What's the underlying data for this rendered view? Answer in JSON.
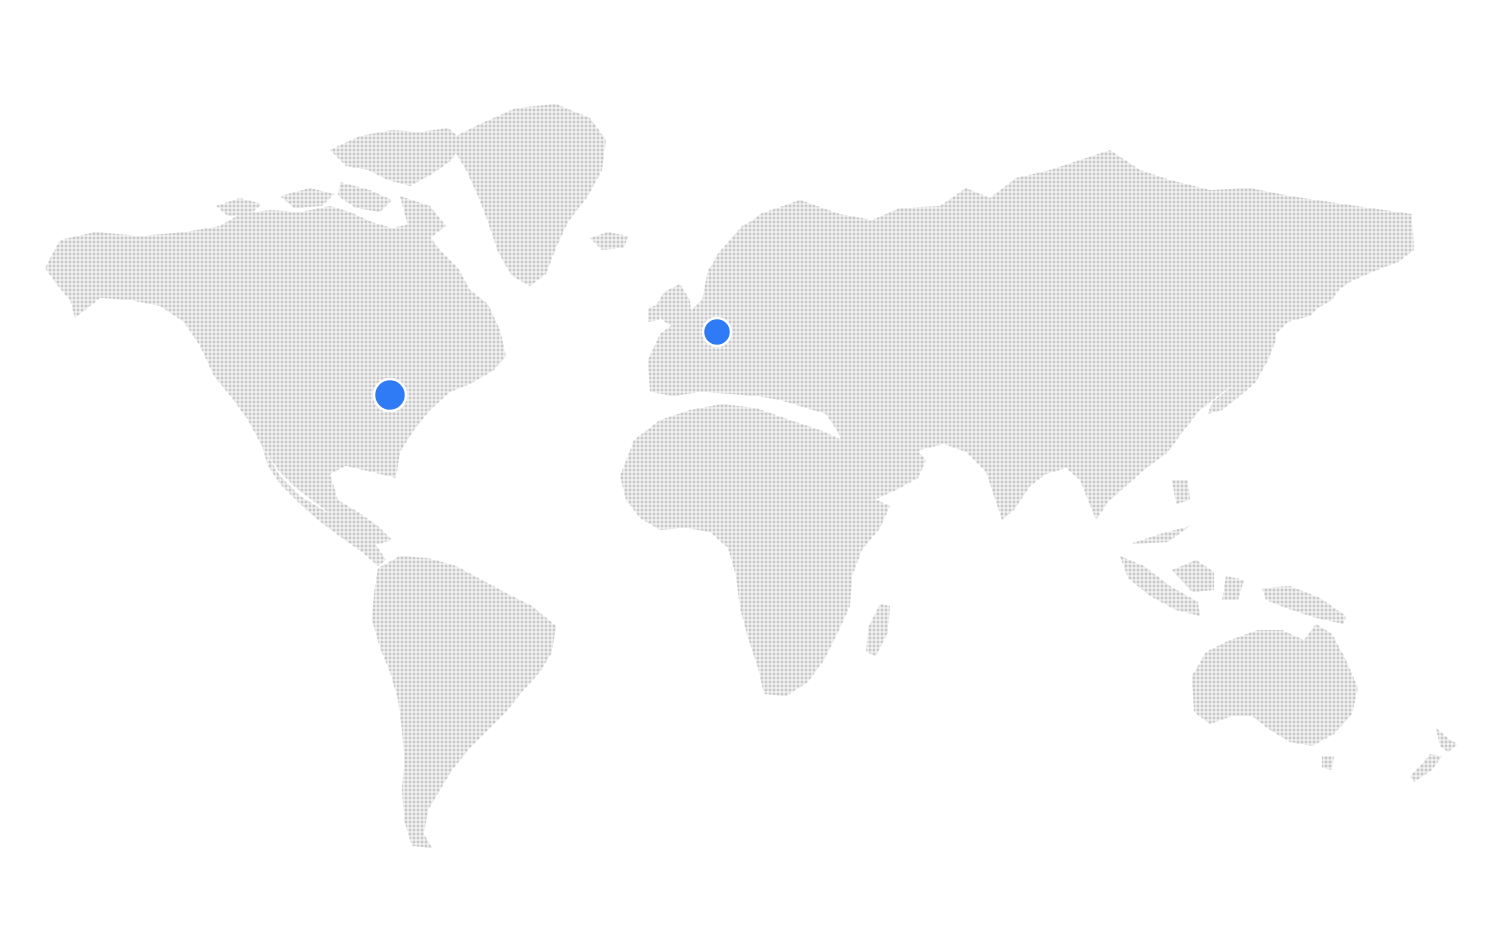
{
  "map": {
    "style": "dotted-world-map",
    "land_color": "#c8c8c8",
    "background_color": "#ffffff",
    "marker_color": "#2f7bf5",
    "markers": [
      {
        "id": "north-america",
        "region": "central-united-states",
        "size": "large"
      },
      {
        "id": "europe",
        "region": "central-europe",
        "size": "medium"
      }
    ]
  }
}
